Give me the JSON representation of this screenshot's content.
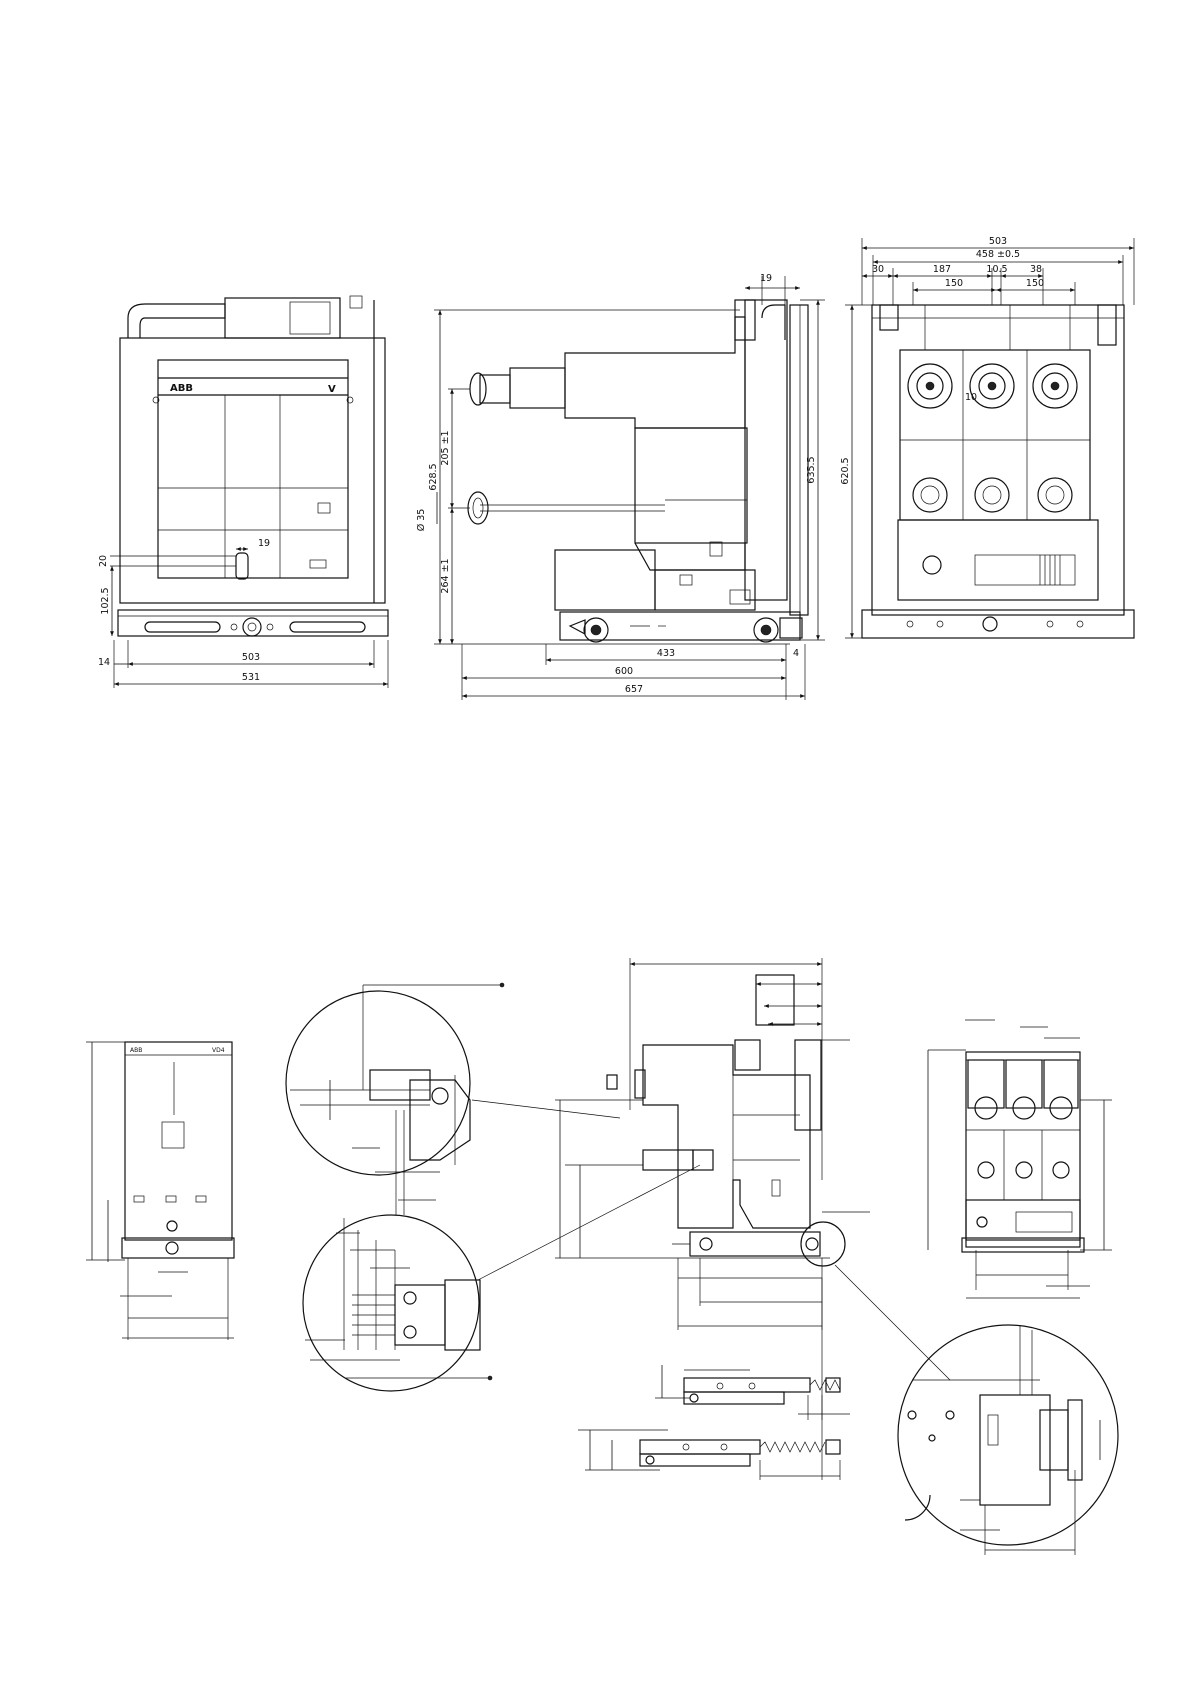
{
  "views": {
    "front": {
      "brand": "ABB",
      "mark": "V",
      "dims": {
        "d20": "20",
        "d19": "19",
        "d102_5": "102.5",
        "d14": "14",
        "d503": "503",
        "d531": "531"
      }
    },
    "side": {
      "dims": {
        "d19": "19",
        "d628_5": "628.5",
        "d205": "205 ±1",
        "d35": "Ø 35",
        "d264": "264 ±1",
        "d635_5": "635.5",
        "d433": "433",
        "d4": "4",
        "d600": "600",
        "d657": "657"
      }
    },
    "rear": {
      "dims": {
        "d503": "503",
        "d458": "458 ±0.5",
        "d30": "30",
        "d187": "187",
        "d10_5": "10.5",
        "d38": "38",
        "d150a": "150",
        "d150b": "150",
        "d10": "10",
        "d620_5": "620.5"
      }
    },
    "small_front": {
      "brand": "ABB",
      "mark": "VD4"
    }
  }
}
